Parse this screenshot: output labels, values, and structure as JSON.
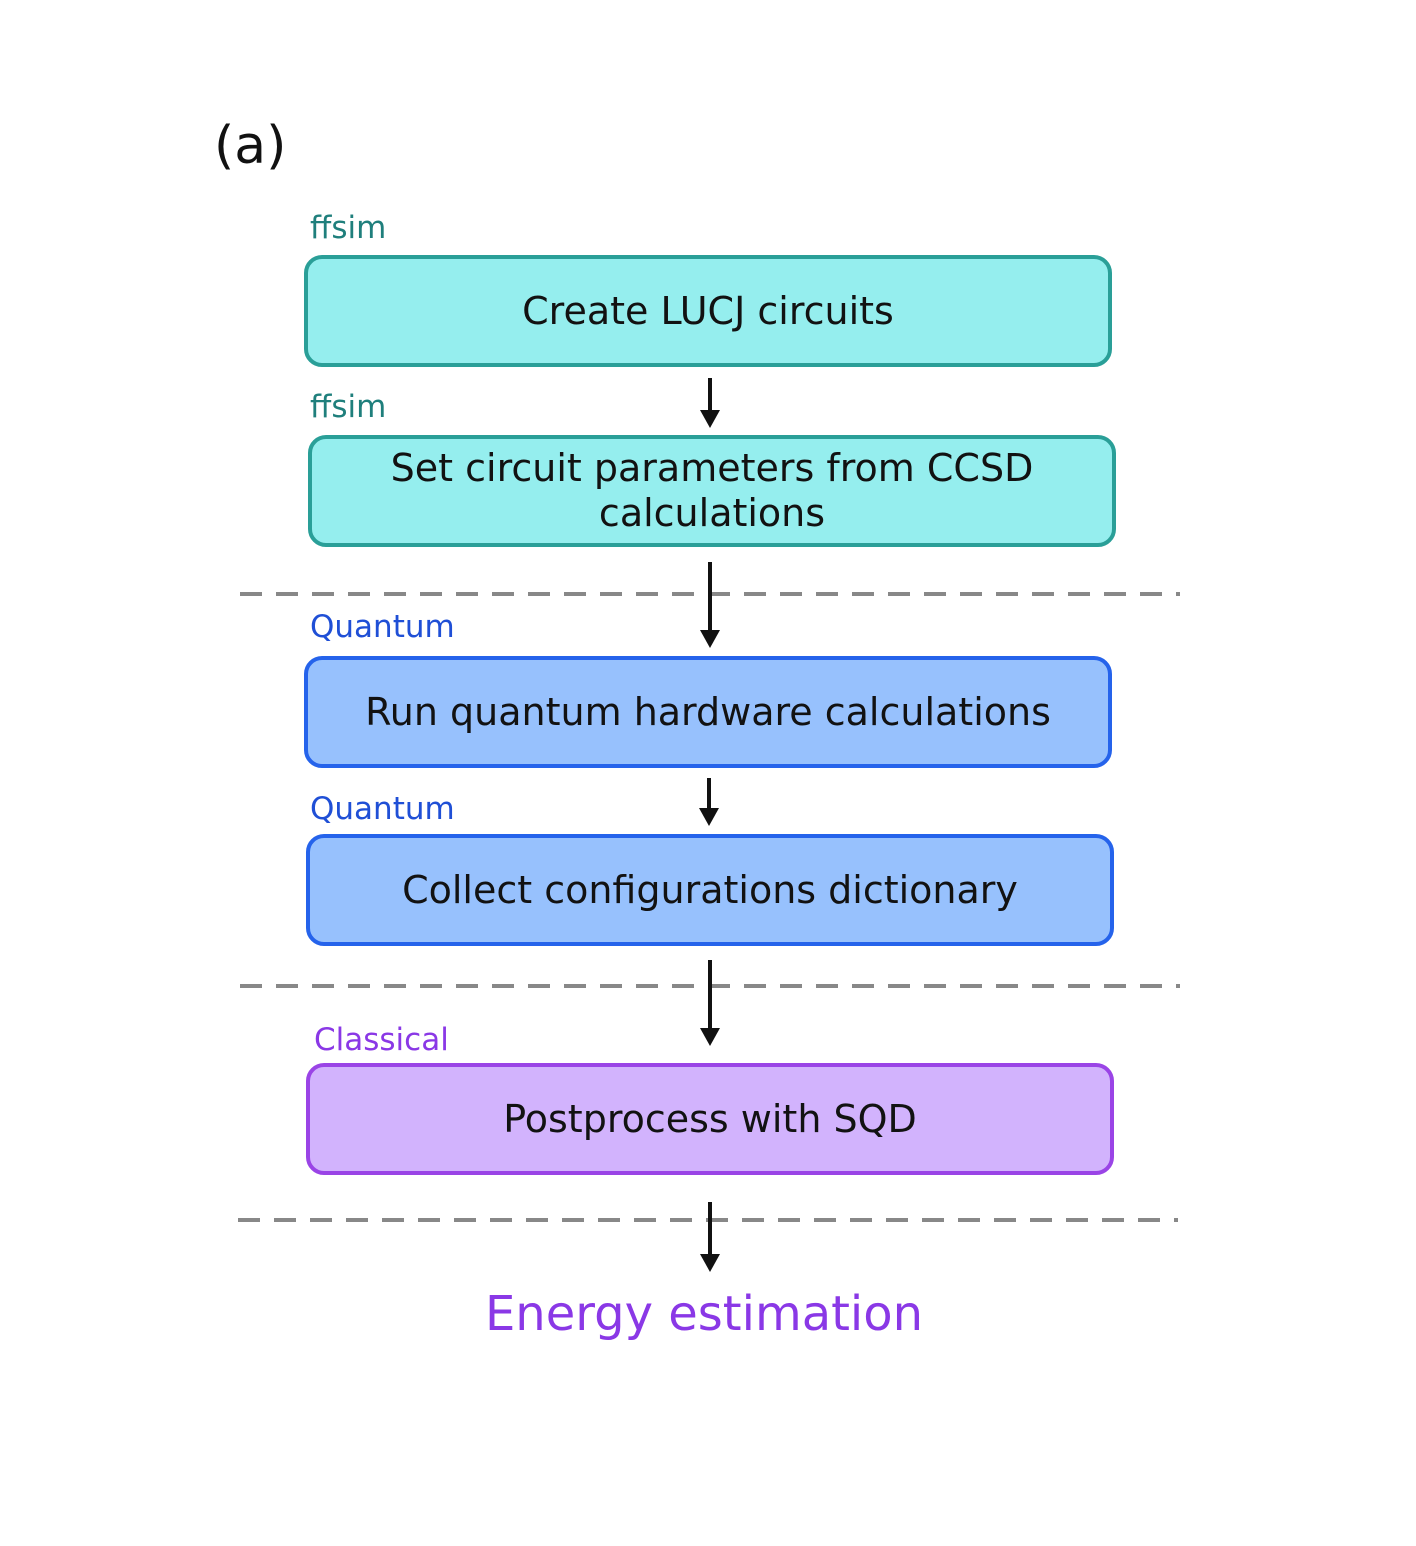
{
  "panel_label": "(a)",
  "steps": [
    {
      "tag": "ffsim",
      "lines": [
        "Create LUCJ circuits"
      ]
    },
    {
      "tag": "ffsim",
      "lines": [
        "Set circuit parameters from CCSD",
        "calculations"
      ]
    },
    {
      "tag": "Quantum",
      "lines": [
        "Run quantum hardware calculations"
      ]
    },
    {
      "tag": "Quantum",
      "lines": [
        "Collect configurations dictionary"
      ]
    },
    {
      "tag": "Classical",
      "lines": [
        "Postprocess with SQD"
      ]
    }
  ],
  "result": "Energy estimation",
  "colors": {
    "ffsim_fill": "#95eeee",
    "ffsim_border": "#2a9f98",
    "ffsim_text": "#1f7f7c",
    "quantum_fill": "#97c1fd",
    "quantum_border": "#2563eb",
    "quantum_text": "#1f4fd6",
    "classical_fill": "#d2b3fd",
    "classical_border": "#9a44e6",
    "classical_text": "#8a38e6",
    "divider": "#888888",
    "arrow": "#111111"
  }
}
